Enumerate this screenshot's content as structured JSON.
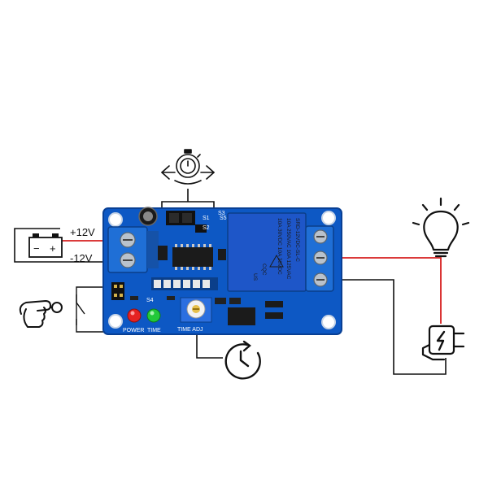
{
  "labels": {
    "supply_positive": "+12V",
    "supply_negative": "-12V",
    "battery_minus": "−",
    "battery_plus": "+"
  },
  "board": {
    "silkscreen": {
      "power": "POWER",
      "time": "TIME",
      "time_adj": "TIME ADJ",
      "s1": "S1",
      "s2": "S2",
      "s3": "S3",
      "s4": "S4",
      "s5": "S5"
    },
    "relay": {
      "model": "SRD-12VDC-SL-C",
      "rating_1": "10A 250VAC  10A 125VAC",
      "rating_2": "10A 30VDC   10A 28VDC",
      "brand": "CQC",
      "ul_mark": "US"
    }
  },
  "colors": {
    "pcb": "#0d58c4",
    "pcb_edge": "#083f94",
    "terminal": "#1f6fd6",
    "relay_body": "#1e56c8",
    "wire_positive": "#d61f1f",
    "wire_neutral": "#111111",
    "led_power": "#e52222",
    "led_time": "#22c93a"
  },
  "icons": {
    "top": "stopwatch-with-arrows-icon",
    "left_supply": "battery-icon",
    "left_trigger": "hand-pressing-button-icon",
    "bottom": "clock-timer-icon",
    "right_top": "light-bulb-icon",
    "right_bottom": "power-plug-icon"
  }
}
